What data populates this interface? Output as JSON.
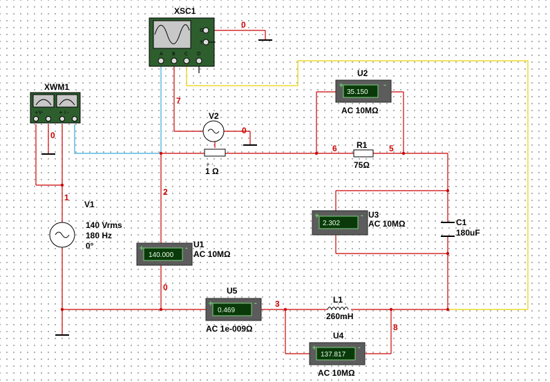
{
  "oscilloscope": {
    "name": "XSC1",
    "channels": [
      "A",
      "B",
      "C",
      "D"
    ],
    "g_label": "G",
    "t_label": "T"
  },
  "wattmeter": {
    "name": "XWM1",
    "v_label": "+V-",
    "i_label": "+ I -"
  },
  "source_v1": {
    "name": "V1",
    "rms": "140 Vrms",
    "freq": "180 Hz",
    "phase": "0°"
  },
  "source_v2": {
    "name": "V2",
    "value": "1 Ω",
    "polarity": "+ -"
  },
  "resistor_r1": {
    "name": "R1",
    "value": "75Ω"
  },
  "capacitor_c1": {
    "name": "C1",
    "value": "180uF"
  },
  "inductor_l1": {
    "name": "L1",
    "value": "260mH"
  },
  "meters": {
    "u1": {
      "name": "U1",
      "reading": "140.000",
      "mode": "AC  10MΩ"
    },
    "u2": {
      "name": "U2",
      "reading": "35.150",
      "mode": "AC  10MΩ"
    },
    "u3": {
      "name": "U3",
      "reading": "2.302",
      "mode": "AC  10MΩ"
    },
    "u4": {
      "name": "U4",
      "reading": "137.817",
      "mode": "AC  10MΩ"
    },
    "u5": {
      "name": "U5",
      "reading": "0.469",
      "mode": "AC  1e-009Ω"
    }
  },
  "nets": {
    "n0_scope": "0",
    "n0_v2": "0",
    "n0_wm": "0",
    "n0_main": "0",
    "n1": "1",
    "n2": "2",
    "n3": "3",
    "n5": "5",
    "n6": "6",
    "n7": "7",
    "n8": "8"
  },
  "colors": {
    "wire": "#cc0000",
    "probe_a": "#33aadd",
    "probe_c": "#e6d200",
    "instrument": "#1a4d1a"
  }
}
